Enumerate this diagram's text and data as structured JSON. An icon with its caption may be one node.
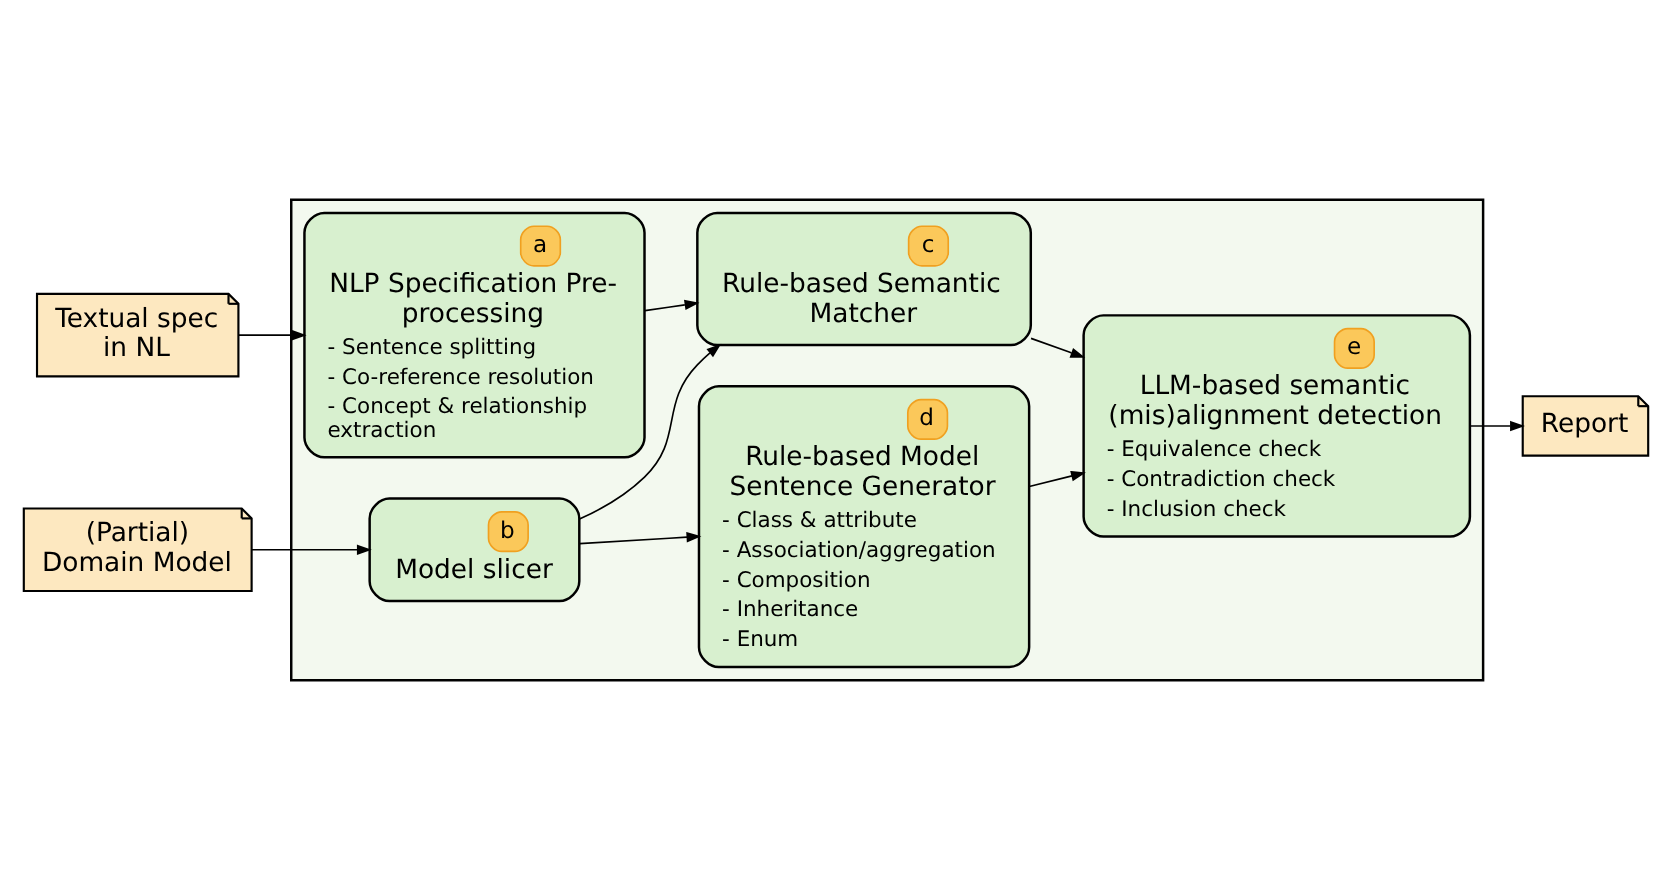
{
  "diagram": {
    "nodes": [
      {
        "text": [],
        "shape": "box"
      },
      {
        "text": [
          "Textual spec in NL"
        ]
      },
      {
        "text": [
          "(Partial) Domain Model"
        ]
      },
      {
        "text": [
          "a",
          "NLP Specification Pre-processing",
          "- Sentence splitting",
          "- Co-reference resolution",
          "- Concept & relationship extraction"
        ],
        "in": 0
      },
      {
        "text": [
          "c",
          "Rule-based Semantic Matcher"
        ],
        "in": 0
      },
      {
        "text": [
          "e",
          "LLM-based semantic (mis)alignment detection",
          "- Equivalence check",
          "- Contradiction check",
          "- Inclusion check"
        ],
        "in": 0
      },
      {
        "text": [
          "b",
          "Model slicer"
        ],
        "in": 0
      },
      {
        "text": [
          "d",
          "Rule-based Model Sentence Generator",
          "- Class & attribute",
          "- Association/aggregation",
          "- Composition",
          "- Inheritance",
          "- Enum"
        ],
        "in": 0
      },
      {
        "text": [
          "Report"
        ]
      }
    ],
    "edges": [
      {
        "from": 1,
        "to": 3,
        "arrow": "to"
      },
      {
        "from": 2,
        "to": 6,
        "arrow": "to"
      },
      {
        "from": 3,
        "to": 4,
        "arrow": "to"
      },
      {
        "from": 6,
        "to": 4,
        "arrow": "to"
      },
      {
        "from": 6,
        "to": 7,
        "arrow": "to"
      },
      {
        "from": 4,
        "to": 5,
        "arrow": "to"
      },
      {
        "from": 7,
        "to": 5,
        "arrow": "to"
      },
      {
        "from": 5,
        "to": 8,
        "arrow": "to"
      }
    ]
  }
}
